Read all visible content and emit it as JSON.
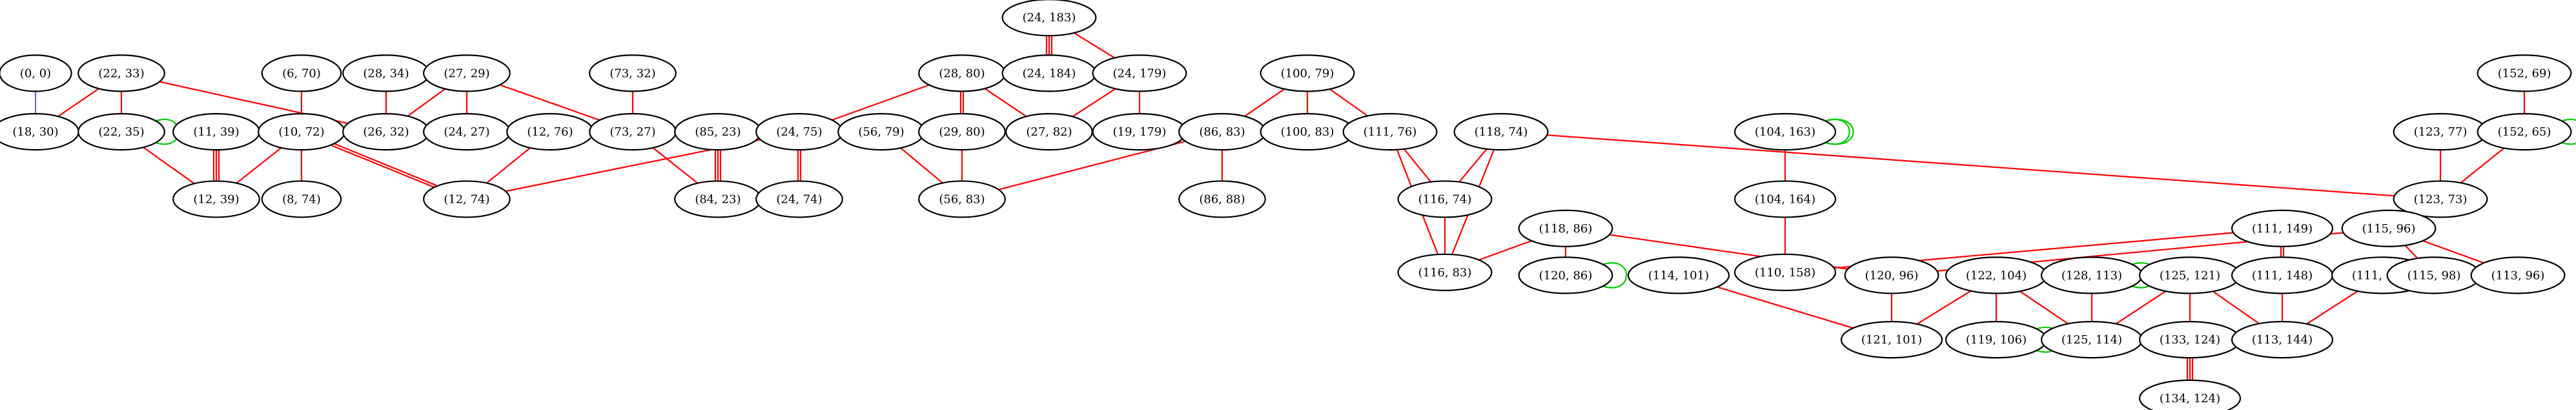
{
  "colors": {
    "red": "#ff0000",
    "green": "#00cc00",
    "purple": "#8060c0",
    "node_stroke": "#000000",
    "background": "#ffffff"
  },
  "nodes": [
    {
      "id": "n00",
      "label": "(0, 0)"
    },
    {
      "id": "n18_30",
      "label": "(18, 30)"
    },
    {
      "id": "n22_33",
      "label": "(22, 33)"
    },
    {
      "id": "n22_35",
      "label": "(22, 35)"
    },
    {
      "id": "n11_39",
      "label": "(11, 39)"
    },
    {
      "id": "n12_39",
      "label": "(12, 39)"
    },
    {
      "id": "n6_70",
      "label": "(6, 70)"
    },
    {
      "id": "n10_72",
      "label": "(10, 72)"
    },
    {
      "id": "n8_74",
      "label": "(8, 74)"
    },
    {
      "id": "n28_34",
      "label": "(28, 34)"
    },
    {
      "id": "n26_32",
      "label": "(26, 32)"
    },
    {
      "id": "n27_29",
      "label": "(27, 29)"
    },
    {
      "id": "n24_27",
      "label": "(24, 27)"
    },
    {
      "id": "n12_76",
      "label": "(12, 76)"
    },
    {
      "id": "n12_74",
      "label": "(12, 74)"
    },
    {
      "id": "n73_32",
      "label": "(73, 32)"
    },
    {
      "id": "n73_27",
      "label": "(73, 27)"
    },
    {
      "id": "n85_23",
      "label": "(85, 23)"
    },
    {
      "id": "n84_23",
      "label": "(84, 23)"
    },
    {
      "id": "n24_75",
      "label": "(24, 75)"
    },
    {
      "id": "n24_74",
      "label": "(24, 74)"
    },
    {
      "id": "n56_79",
      "label": "(56, 79)"
    },
    {
      "id": "n56_83",
      "label": "(56, 83)"
    },
    {
      "id": "n28_80",
      "label": "(28, 80)"
    },
    {
      "id": "n29_80",
      "label": "(29, 80)"
    },
    {
      "id": "n27_82",
      "label": "(27, 82)"
    },
    {
      "id": "n24_183",
      "label": "(24, 183)"
    },
    {
      "id": "n24_184",
      "label": "(24, 184)"
    },
    {
      "id": "n24_179",
      "label": "(24, 179)"
    },
    {
      "id": "n19_179",
      "label": "(19, 179)"
    },
    {
      "id": "n100_79",
      "label": "(100, 79)"
    },
    {
      "id": "n86_83",
      "label": "(86, 83)"
    },
    {
      "id": "n86_88",
      "label": "(86, 88)"
    },
    {
      "id": "n100_83",
      "label": "(100, 83)"
    },
    {
      "id": "n111_76",
      "label": "(111, 76)"
    },
    {
      "id": "n118_74",
      "label": "(118, 74)"
    },
    {
      "id": "n116_74",
      "label": "(116, 74)"
    },
    {
      "id": "n116_83",
      "label": "(116, 83)"
    },
    {
      "id": "n118_86",
      "label": "(118, 86)"
    },
    {
      "id": "n120_86",
      "label": "(120, 86)"
    },
    {
      "id": "n114_101",
      "label": "(114, 101)"
    },
    {
      "id": "n104_163",
      "label": "(104, 163)"
    },
    {
      "id": "n104_164",
      "label": "(104, 164)"
    },
    {
      "id": "n110_158",
      "label": "(110, 158)"
    },
    {
      "id": "n120_96",
      "label": "(120, 96)"
    },
    {
      "id": "n121_101",
      "label": "(121, 101)"
    },
    {
      "id": "n122_104",
      "label": "(122, 104)"
    },
    {
      "id": "n119_106",
      "label": "(119, 106)"
    },
    {
      "id": "n128_113",
      "label": "(128, 113)"
    },
    {
      "id": "n125_114",
      "label": "(125, 114)"
    },
    {
      "id": "n125_121",
      "label": "(125, 121)"
    },
    {
      "id": "n133_124",
      "label": "(133, 124)"
    },
    {
      "id": "n134_124",
      "label": "(134, 124)"
    },
    {
      "id": "n111_149",
      "label": "(111, 149)"
    },
    {
      "id": "n111_148",
      "label": "(111, 148)"
    },
    {
      "id": "n111_142",
      "label": "(111, 142)"
    },
    {
      "id": "n113_144",
      "label": "(113, 144)"
    },
    {
      "id": "n123_77",
      "label": "(123, 77)"
    },
    {
      "id": "n123_73",
      "label": "(123, 73)"
    },
    {
      "id": "n152_69",
      "label": "(152, 69)"
    },
    {
      "id": "n152_65",
      "label": "(152, 65)"
    },
    {
      "id": "n115_96",
      "label": "(115, 96)"
    },
    {
      "id": "n115_98",
      "label": "(115, 98)"
    },
    {
      "id": "n113_96",
      "label": "(113, 96)"
    }
  ],
  "edges": [
    {
      "from": "n00",
      "to": "n18_30",
      "color": "purple",
      "count": 1
    },
    {
      "from": "n22_33",
      "to": "n18_30",
      "color": "red",
      "count": 1
    },
    {
      "from": "n22_33",
      "to": "n22_35",
      "color": "red",
      "count": 1
    },
    {
      "from": "n22_33",
      "to": "n26_32",
      "color": "red",
      "count": 1
    },
    {
      "from": "n22_35",
      "to": "n12_39",
      "color": "red",
      "count": 1
    },
    {
      "from": "n11_39",
      "to": "n12_39",
      "color": "red",
      "count": 3
    },
    {
      "from": "n10_72",
      "to": "n12_39",
      "color": "red",
      "count": 1
    },
    {
      "from": "n6_70",
      "to": "n10_72",
      "color": "red",
      "count": 1
    },
    {
      "from": "n10_72",
      "to": "n8_74",
      "color": "red",
      "count": 1
    },
    {
      "from": "n10_72",
      "to": "n12_74",
      "color": "red",
      "count": 2
    },
    {
      "from": "n28_34",
      "to": "n26_32",
      "color": "red",
      "count": 1
    },
    {
      "from": "n27_29",
      "to": "n26_32",
      "color": "red",
      "count": 1
    },
    {
      "from": "n27_29",
      "to": "n24_27",
      "color": "red",
      "count": 1
    },
    {
      "from": "n27_29",
      "to": "n73_27",
      "color": "red",
      "count": 1
    },
    {
      "from": "n12_76",
      "to": "n12_74",
      "color": "red",
      "count": 1
    },
    {
      "from": "n73_32",
      "to": "n73_27",
      "color": "red",
      "count": 1
    },
    {
      "from": "n73_27",
      "to": "n84_23",
      "color": "red",
      "count": 1
    },
    {
      "from": "n85_23",
      "to": "n84_23",
      "color": "red",
      "count": 3
    },
    {
      "from": "n24_75",
      "to": "n12_74",
      "color": "red",
      "count": 1
    },
    {
      "from": "n24_75",
      "to": "n24_74",
      "color": "red",
      "count": 2
    },
    {
      "from": "n28_80",
      "to": "n24_75",
      "color": "red",
      "count": 1
    },
    {
      "from": "n28_80",
      "to": "n29_80",
      "color": "red",
      "count": 2
    },
    {
      "from": "n28_80",
      "to": "n27_82",
      "color": "red",
      "count": 1
    },
    {
      "from": "n56_79",
      "to": "n56_83",
      "color": "red",
      "count": 1
    },
    {
      "from": "n29_80",
      "to": "n56_83",
      "color": "red",
      "count": 1
    },
    {
      "from": "n24_183",
      "to": "n24_184",
      "color": "red",
      "count": 3
    },
    {
      "from": "n24_183",
      "to": "n24_179",
      "color": "red",
      "count": 1
    },
    {
      "from": "n24_179",
      "to": "n27_82",
      "color": "red",
      "count": 1
    },
    {
      "from": "n24_179",
      "to": "n19_179",
      "color": "red",
      "count": 1
    },
    {
      "from": "n100_79",
      "to": "n86_83",
      "color": "red",
      "count": 1
    },
    {
      "from": "n100_79",
      "to": "n100_83",
      "color": "red",
      "count": 1
    },
    {
      "from": "n100_79",
      "to": "n111_76",
      "color": "red",
      "count": 1
    },
    {
      "from": "n86_83",
      "to": "n56_83",
      "color": "red",
      "count": 1
    },
    {
      "from": "n86_83",
      "to": "n86_88",
      "color": "red",
      "count": 1
    },
    {
      "from": "n111_76",
      "to": "n116_74",
      "color": "red",
      "count": 1
    },
    {
      "from": "n111_76",
      "to": "n116_83",
      "color": "red",
      "count": 1
    },
    {
      "from": "n118_74",
      "to": "n116_74",
      "color": "red",
      "count": 1
    },
    {
      "from": "n118_74",
      "to": "n116_83",
      "color": "red",
      "count": 1
    },
    {
      "from": "n118_74",
      "to": "n123_73",
      "color": "red",
      "count": 1
    },
    {
      "from": "n116_74",
      "to": "n116_83",
      "color": "red",
      "count": 1
    },
    {
      "from": "n118_86",
      "to": "n116_83",
      "color": "red",
      "count": 1
    },
    {
      "from": "n118_86",
      "to": "n120_86",
      "color": "red",
      "count": 1
    },
    {
      "from": "n118_86",
      "to": "n120_96",
      "color": "red",
      "count": 1
    },
    {
      "from": "n120_86",
      "to": "n120_86",
      "color": "green",
      "count": 1
    },
    {
      "from": "n22_35",
      "to": "n22_35",
      "color": "green",
      "count": 1
    },
    {
      "from": "n104_163",
      "to": "n104_163",
      "color": "green",
      "count": 2
    },
    {
      "from": "n104_163",
      "to": "n104_164",
      "color": "red",
      "count": 1
    },
    {
      "from": "n104_164",
      "to": "n110_158",
      "color": "red",
      "count": 1
    },
    {
      "from": "n111_149",
      "to": "n110_158",
      "color": "red",
      "count": 1
    },
    {
      "from": "n111_149",
      "to": "n111_148",
      "color": "red",
      "count": 2
    },
    {
      "from": "n114_101",
      "to": "n121_101",
      "color": "red",
      "count": 1
    },
    {
      "from": "n120_96",
      "to": "n121_101",
      "color": "red",
      "count": 1
    },
    {
      "from": "n122_104",
      "to": "n121_101",
      "color": "red",
      "count": 1
    },
    {
      "from": "n122_104",
      "to": "n119_106",
      "color": "red",
      "count": 1
    },
    {
      "from": "n122_104",
      "to": "n125_114",
      "color": "red",
      "count": 1
    },
    {
      "from": "n119_106",
      "to": "n119_106",
      "color": "green",
      "count": 1
    },
    {
      "from": "n128_113",
      "to": "n128_113",
      "color": "green",
      "count": 1
    },
    {
      "from": "n128_113",
      "to": "n125_114",
      "color": "red",
      "count": 1
    },
    {
      "from": "n125_121",
      "to": "n125_114",
      "color": "red",
      "count": 1
    },
    {
      "from": "n125_121",
      "to": "n133_124",
      "color": "red",
      "count": 1
    },
    {
      "from": "n125_121",
      "to": "n113_144",
      "color": "red",
      "count": 1
    },
    {
      "from": "n133_124",
      "to": "n134_124",
      "color": "red",
      "count": 3
    },
    {
      "from": "n111_148",
      "to": "n113_144",
      "color": "red",
      "count": 1
    },
    {
      "from": "n111_142",
      "to": "n113_144",
      "color": "red",
      "count": 1
    },
    {
      "from": "n123_77",
      "to": "n123_73",
      "color": "red",
      "count": 1
    },
    {
      "from": "n152_69",
      "to": "n152_65",
      "color": "red",
      "count": 1
    },
    {
      "from": "n152_65",
      "to": "n152_65",
      "color": "green",
      "count": 1
    },
    {
      "from": "n152_65",
      "to": "n123_73",
      "color": "red",
      "count": 1
    },
    {
      "from": "n115_96",
      "to": "n120_96",
      "color": "red",
      "count": 1
    },
    {
      "from": "n115_96",
      "to": "n115_98",
      "color": "red",
      "count": 1
    },
    {
      "from": "n115_96",
      "to": "n113_96",
      "color": "red",
      "count": 1
    }
  ]
}
